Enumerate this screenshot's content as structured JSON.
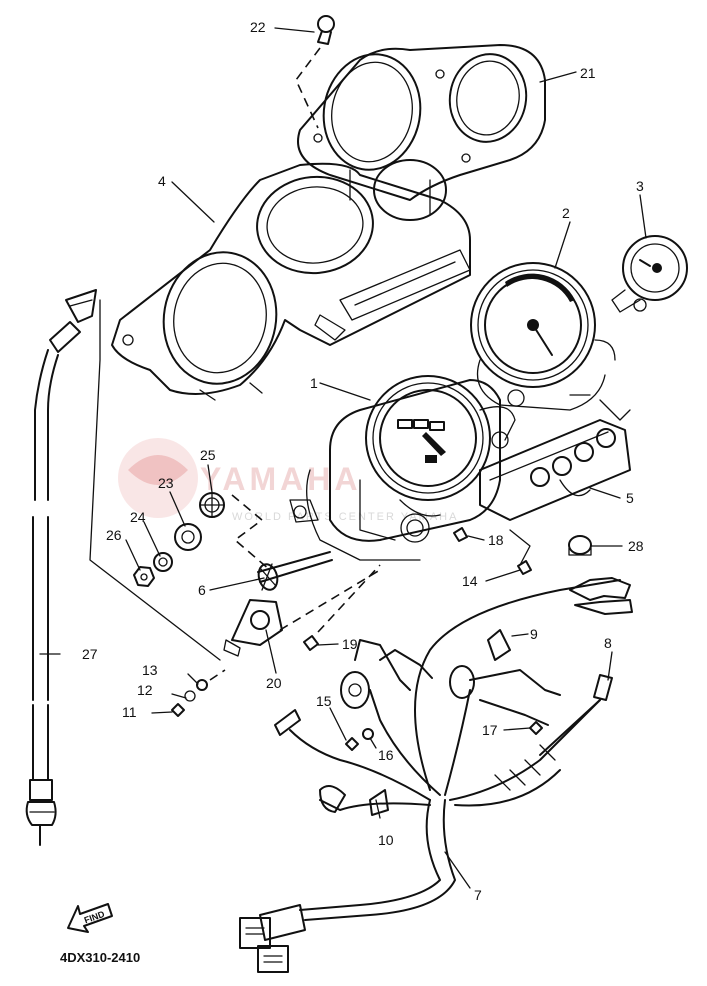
{
  "diagram": {
    "drawing_code": "4DX310-2410",
    "find_arrow_label": "FIND",
    "watermark": "YAMAHA",
    "watermark_subtext": "WORLD PARTS CENTER YAMAHA",
    "callouts": [
      {
        "id": "1",
        "label": "1"
      },
      {
        "id": "2",
        "label": "2"
      },
      {
        "id": "3",
        "label": "3"
      },
      {
        "id": "4",
        "label": "4"
      },
      {
        "id": "5",
        "label": "5"
      },
      {
        "id": "6",
        "label": "6"
      },
      {
        "id": "7",
        "label": "7"
      },
      {
        "id": "8",
        "label": "8"
      },
      {
        "id": "9",
        "label": "9"
      },
      {
        "id": "10",
        "label": "10"
      },
      {
        "id": "11",
        "label": "11"
      },
      {
        "id": "12",
        "label": "12"
      },
      {
        "id": "13",
        "label": "13"
      },
      {
        "id": "14",
        "label": "14"
      },
      {
        "id": "15",
        "label": "15"
      },
      {
        "id": "16",
        "label": "16"
      },
      {
        "id": "17",
        "label": "17"
      },
      {
        "id": "18",
        "label": "18"
      },
      {
        "id": "19",
        "label": "19"
      },
      {
        "id": "20",
        "label": "20"
      },
      {
        "id": "21",
        "label": "21"
      },
      {
        "id": "22",
        "label": "22"
      },
      {
        "id": "23",
        "label": "23"
      },
      {
        "id": "24",
        "label": "24"
      },
      {
        "id": "25",
        "label": "25"
      },
      {
        "id": "26",
        "label": "26"
      },
      {
        "id": "27",
        "label": "27"
      },
      {
        "id": "28",
        "label": "28"
      }
    ]
  }
}
